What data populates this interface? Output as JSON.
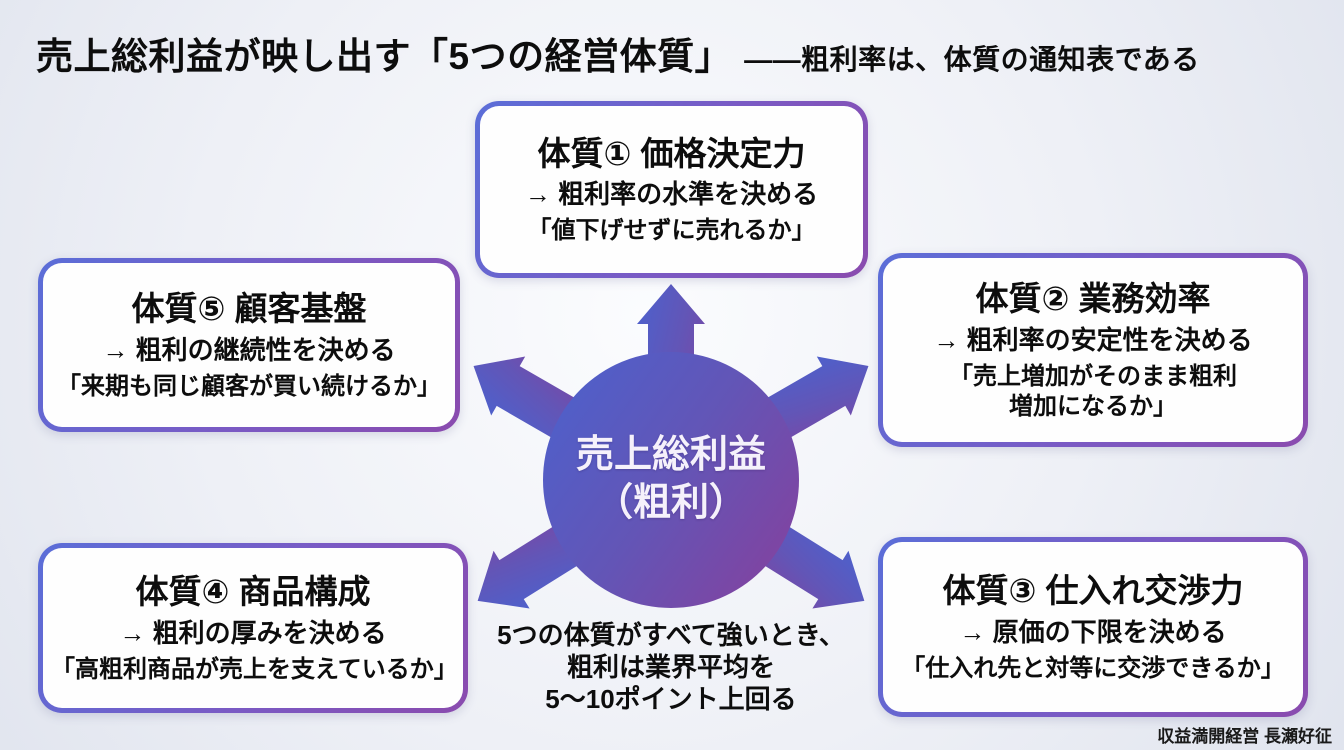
{
  "title": {
    "main": "売上総利益が映し出す「5つの経営体質」",
    "sub": "——粗利率は、体質の通知表である"
  },
  "hub": {
    "label": "売上総利益\n（粗利）"
  },
  "boxes": [
    {
      "heading": "体質① 価格決定力",
      "effect": "→ 粗利率の水準を決める",
      "question": "「値下げせずに売れるか」"
    },
    {
      "heading": "体質② 業務効率",
      "effect": "→ 粗利率の安定性を決める",
      "question": "「売上増加がそのまま粗利\n増加になるか」"
    },
    {
      "heading": "体質③ 仕入れ交渉力",
      "effect": "→ 原価の下限を決める",
      "question": "「仕入れ先と対等に交渉できるか」"
    },
    {
      "heading": "体質④ 商品構成",
      "effect": "→ 粗利の厚みを決める",
      "question": "「高粗利商品が売上を支えているか」"
    },
    {
      "heading": "体質⑤ 顧客基盤",
      "effect": "→ 粗利の継続性を決める",
      "question": "「来期も同じ顧客が買い続けるか」"
    }
  ],
  "footnote": "5つの体質がすべて強いとき、\n粗利は業界平均を\n5〜10ポイント上回る",
  "credit": "収益満開経営 長瀬好征",
  "colors": {
    "border_gradient_start": "#5b6ed8",
    "border_gradient_end": "#8a4bae",
    "hub_gradient_start": "#5163d0",
    "hub_gradient_end": "#83429f",
    "background": "#eef0f6",
    "box_background": "#fefefe",
    "text": "#0d0d0d",
    "hub_text": "#f5f1fb"
  }
}
